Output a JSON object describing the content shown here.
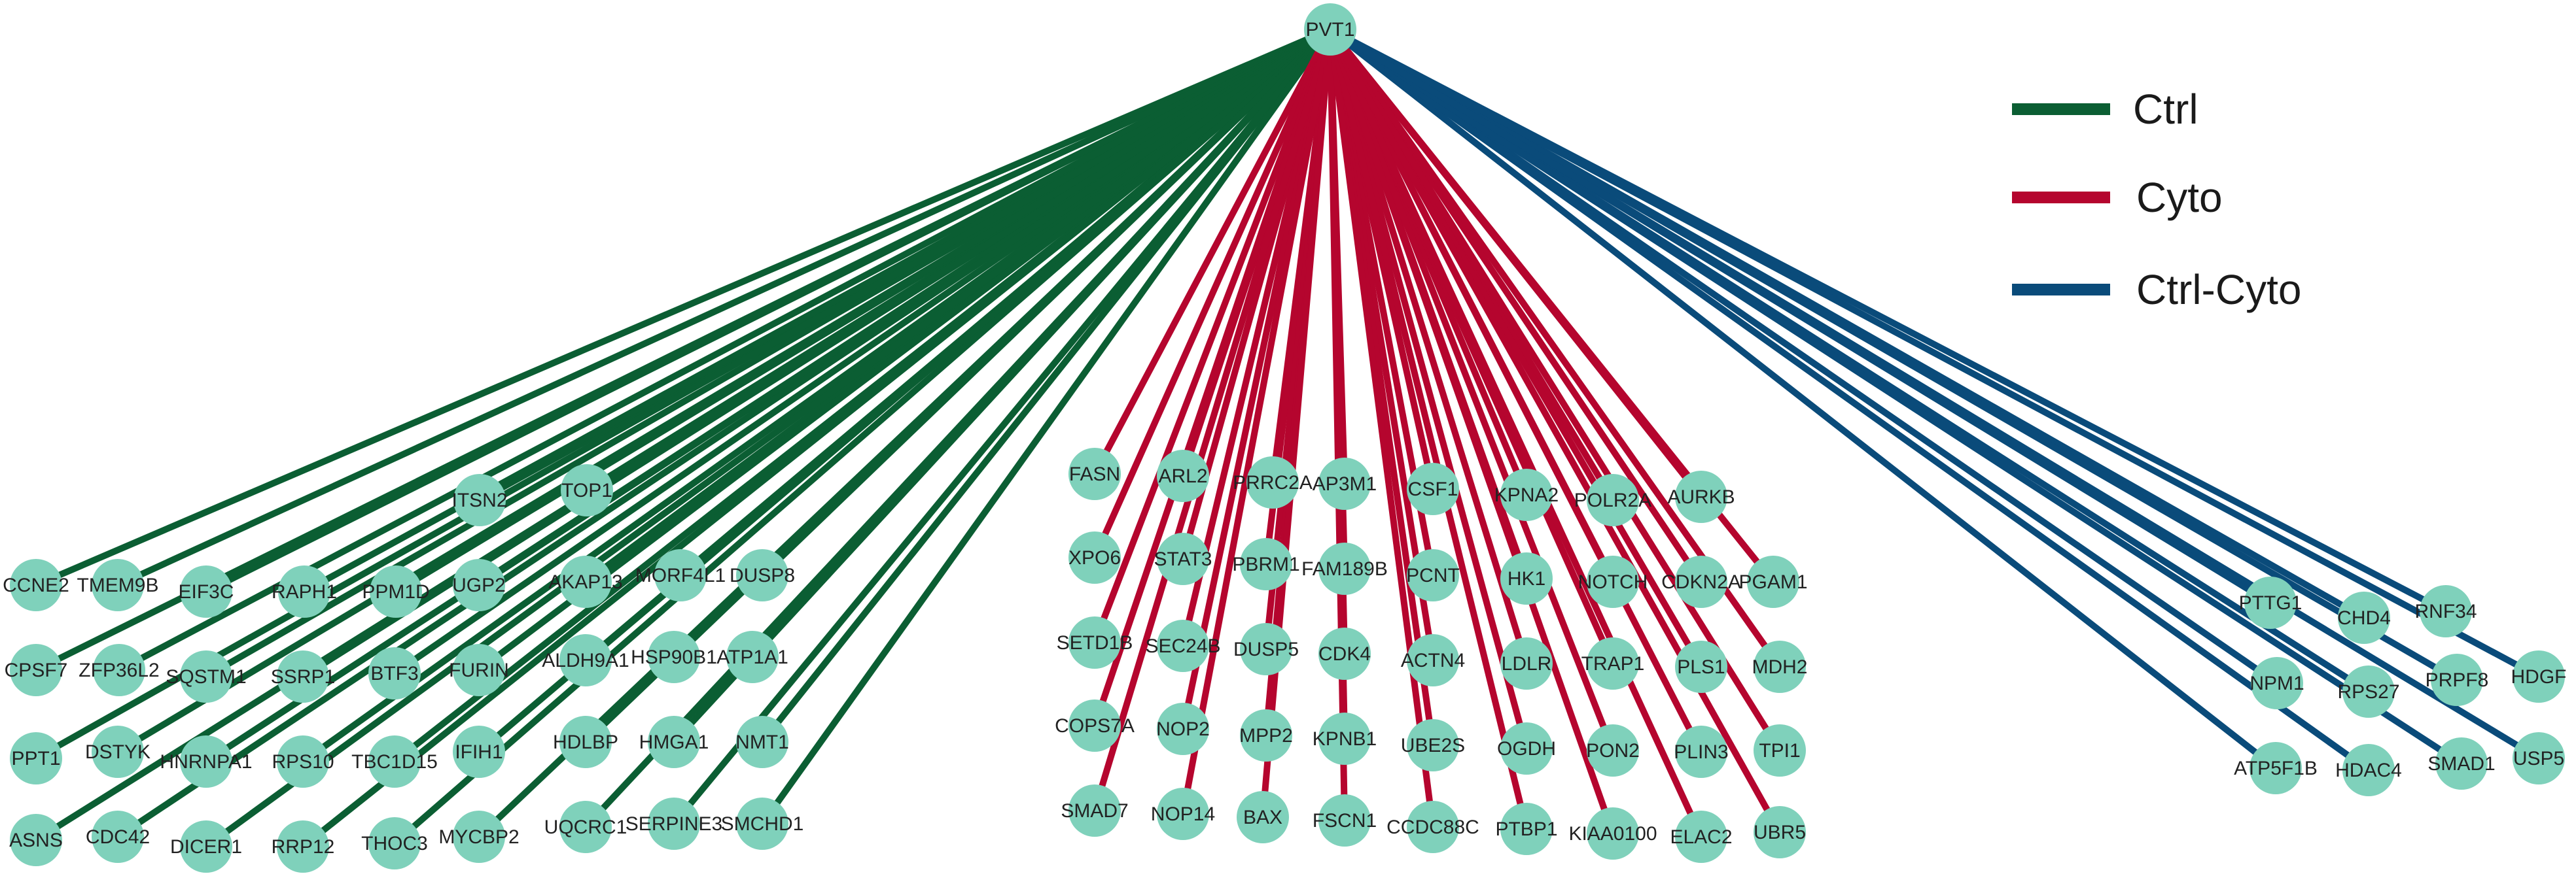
{
  "hub": "PVT1",
  "legend": [
    {
      "key": "ctrl",
      "label": "Ctrl",
      "color": "#0b5e33"
    },
    {
      "key": "cyto",
      "label": "Cyto",
      "color": "#b5052e"
    },
    {
      "key": "ctrlcyto",
      "label": "Ctrl-Cyto",
      "color": "#0a4b7a"
    }
  ],
  "groups": {
    "ctrl": [
      "ITSN2",
      "TOP1",
      "CCNE2",
      "TMEM9B",
      "EIF3C",
      "RAPH1",
      "PPM1D",
      "UGP2",
      "AKAP13",
      "MORF4L1",
      "DUSP8",
      "CPSF7",
      "ZFP36L2",
      "SQSTM1",
      "SSRP1",
      "BTF3",
      "FURIN",
      "ALDH9A1",
      "HSP90B1",
      "ATP1A1",
      "PPT1",
      "DSTYK",
      "HNRNPA1",
      "RPS10",
      "TBC1D15",
      "IFIH1",
      "HDLBP",
      "HMGA1",
      "NMT1",
      "ASNS",
      "CDC42",
      "DICER1",
      "RRP12",
      "THOC3",
      "MYCBP2",
      "UQCRC1",
      "SERPINE3",
      "SMCHD1"
    ],
    "cyto": [
      "FASN",
      "ARL2",
      "PRRC2A",
      "AP3M1",
      "CSF1",
      "KPNA2",
      "POLR2A",
      "AURKB",
      "XPO6",
      "STAT3",
      "PBRM1",
      "FAM189B",
      "PCNT",
      "HK1",
      "NOTCH",
      "CDKN2A",
      "PGAM1",
      "SETD1B",
      "SEC24B",
      "DUSP5",
      "CDK4",
      "ACTN4",
      "LDLR",
      "TRAP1",
      "PLS1",
      "MDH2",
      "COPS7A",
      "NOP2",
      "MPP2",
      "KPNB1",
      "UBE2S",
      "OGDH",
      "PON2",
      "PLIN3",
      "TPI1",
      "SMAD7",
      "NOP14",
      "BAX",
      "FSCN1",
      "CCDC88C",
      "PTBP1",
      "KIAA0100",
      "ELAC2",
      "UBR5"
    ],
    "ctrlcyto": [
      "PTTG1",
      "CHD4",
      "RNF34",
      "NPM1",
      "RPS27",
      "PRPF8",
      "HDGF",
      "ATP5F1B",
      "HDAC4",
      "SMAD1",
      "USP5"
    ]
  }
}
